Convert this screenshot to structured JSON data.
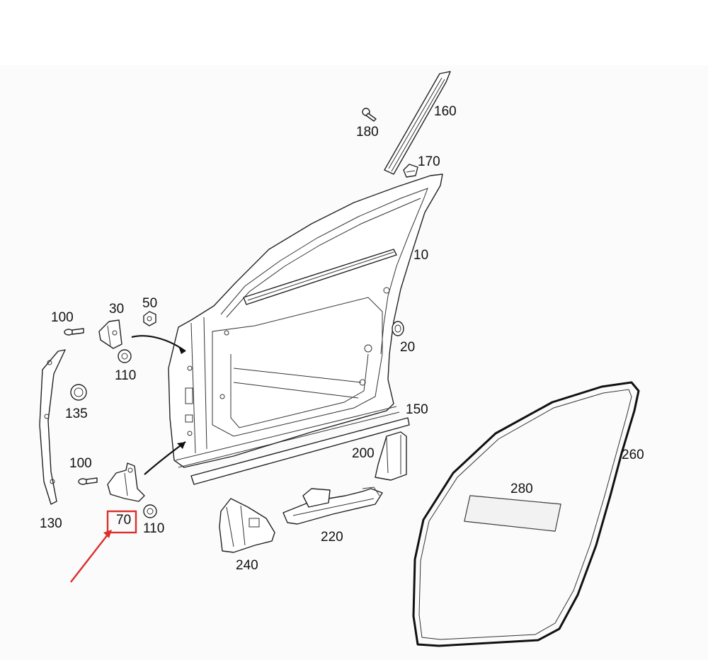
{
  "diagram": {
    "labels": {
      "p10": "10",
      "p20": "20",
      "p30": "30",
      "p50": "50",
      "p70": "70",
      "p100_top": "100",
      "p100_bottom": "100",
      "p110_top": "110",
      "p110_bottom": "110",
      "p130": "130",
      "p135": "135",
      "p150": "150",
      "p160": "160",
      "p170": "170",
      "p180": "180",
      "p200": "200",
      "p220": "220",
      "p240": "240",
      "p260": "260",
      "p280": "280"
    },
    "highlight": {
      "target": "70",
      "color": "#d9302b"
    },
    "colors": {
      "line": "#222222",
      "background": "#ffffff",
      "highlight": "#d9302b"
    }
  }
}
